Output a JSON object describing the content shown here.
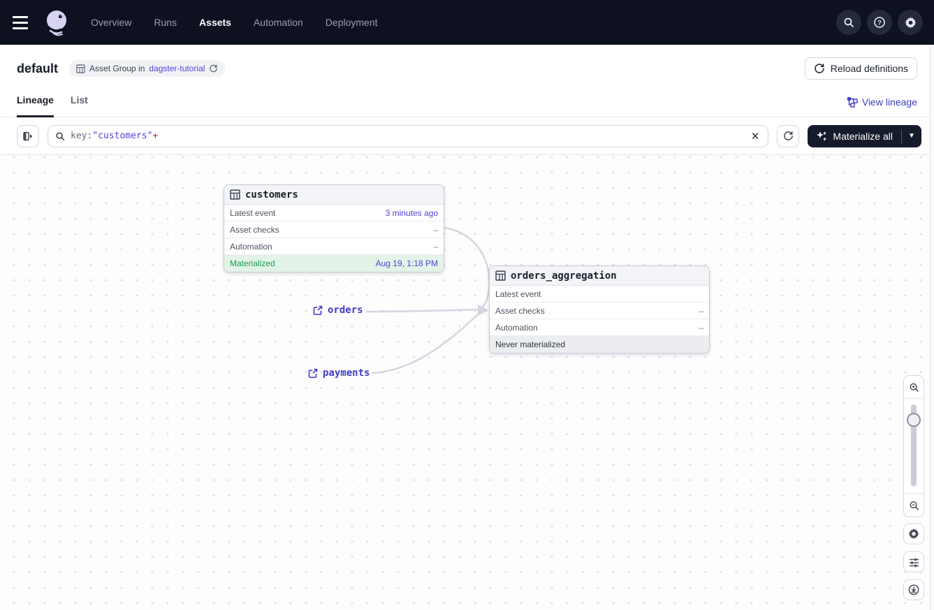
{
  "navbar": {
    "items": [
      {
        "label": "Overview",
        "active": false
      },
      {
        "label": "Runs",
        "active": false
      },
      {
        "label": "Assets",
        "active": true
      },
      {
        "label": "Automation",
        "active": false
      },
      {
        "label": "Deployment",
        "active": false
      }
    ]
  },
  "header": {
    "title": "default",
    "tag": {
      "text": "Asset Group in",
      "link": "dagster-tutorial"
    },
    "reload_button": "Reload definitions"
  },
  "tabs": {
    "lineage": "Lineage",
    "list": "List",
    "view_lineage": "View lineage"
  },
  "toolbar": {
    "search": {
      "token_key": "key:",
      "token_value": "\"customers\"",
      "token_plus": "+"
    },
    "materialize_button": "Materialize all"
  },
  "graph": {
    "nodes": [
      {
        "name": "customers",
        "rows": [
          {
            "label": "Latest event",
            "value": "3 minutes ago"
          },
          {
            "label": "Asset checks",
            "value": "–"
          },
          {
            "label": "Automation",
            "value": "–"
          }
        ],
        "status": {
          "label": "Materialized",
          "value": "Aug 19, 1:18 PM"
        }
      },
      {
        "name": "orders_aggregation",
        "rows": [
          {
            "label": "Latest event",
            "value": ""
          },
          {
            "label": "Asset checks",
            "value": "–"
          },
          {
            "label": "Automation",
            "value": "–"
          }
        ],
        "status": {
          "label": "Never materialized",
          "value": ""
        }
      }
    ],
    "external_assets": [
      {
        "name": "orders"
      },
      {
        "name": "payments"
      }
    ]
  },
  "colors": {
    "accent": "#4f43dd",
    "link_blue": "#3f3dc4",
    "status_green": "#1d9b4b",
    "navbar_bg": "#0d1120",
    "edge": "#d4d6df"
  }
}
